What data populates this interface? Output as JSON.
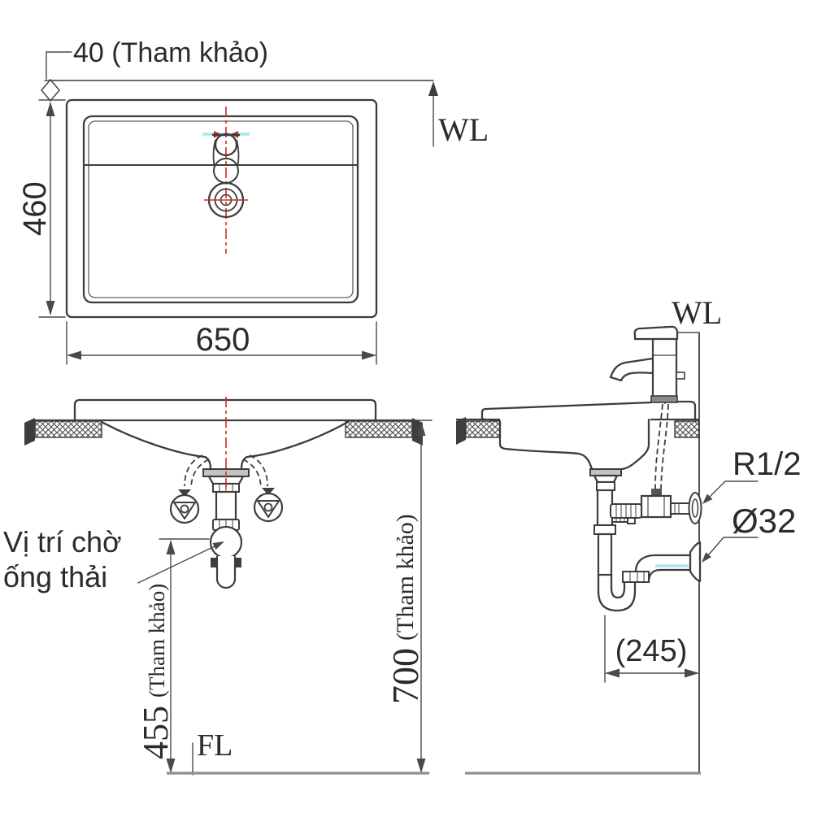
{
  "drawing": {
    "views": {
      "top": {
        "offset_label": "40 (Tham khảo)",
        "water_line": "WL",
        "width": "650",
        "height": "460"
      },
      "front": {
        "height_value": "700",
        "height_ref": "(Tham khảo)",
        "drain_height_value": "455",
        "drain_height_ref": "(Tham khảo)",
        "floor_line": "FL",
        "drain_note_line1": "Vị trí chờ",
        "drain_note_line2": "ống thải"
      },
      "side": {
        "water_line": "WL",
        "supply_thread_label": "R1/2",
        "drain_diameter_label": "Ø32",
        "trap_offset_label": "(245)"
      }
    },
    "colors": {
      "line": "#3d3d3d",
      "dimension": "#4a4a4a",
      "centerline_red": "#cb2b20",
      "highlight_cyan": "#a9e6ef",
      "floor_gray": "#8f8f8f"
    }
  }
}
